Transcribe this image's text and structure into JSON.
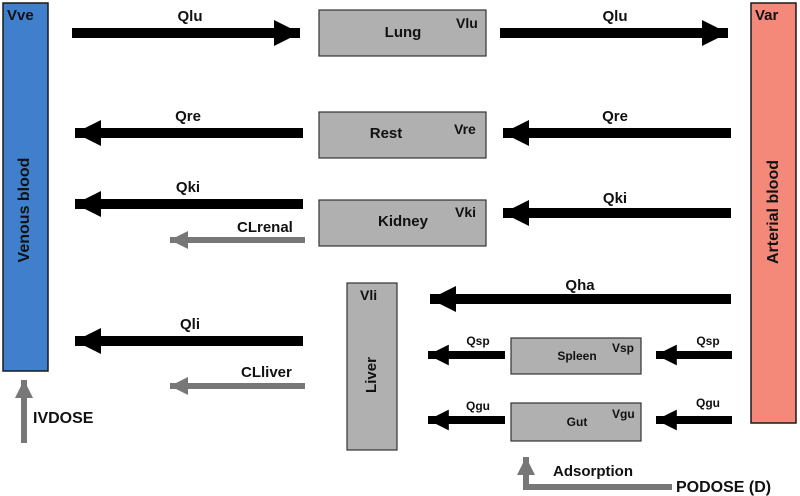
{
  "colors": {
    "venous": "#3f7fcc",
    "arterial": "#f4897a",
    "organ_fill": "#b0b0b0",
    "arrow_black": "#000000",
    "arrow_gray": "#777777"
  },
  "compartments": {
    "venous": {
      "label": "Venous blood",
      "volume": "Vve"
    },
    "arterial": {
      "label": "Arterial blood",
      "volume": "Var"
    },
    "lung": {
      "label": "Lung",
      "volume": "Vlu"
    },
    "rest": {
      "label": "Rest",
      "volume": "Vre"
    },
    "kidney": {
      "label": "Kidney",
      "volume": "Vki"
    },
    "liver": {
      "label": "Liver",
      "volume": "Vli"
    },
    "spleen": {
      "label": "Spleen",
      "volume": "Vsp"
    },
    "gut": {
      "label": "Gut",
      "volume": "Vgu"
    }
  },
  "flows": {
    "lung_in": "Qlu",
    "lung_out": "Qlu",
    "rest_in": "Qre",
    "rest_out": "Qre",
    "kidney_in": "Qki",
    "kidney_out": "Qki",
    "clrenal": "CLrenal",
    "hepatic_artery": "Qha",
    "spleen_in": "Qsp",
    "spleen_out": "Qsp",
    "gut_in": "Qgu",
    "gut_out": "Qgu",
    "liver_out": "Qli",
    "clliver": "CLliver"
  },
  "dosing": {
    "iv": "IVDOSE",
    "oral": "PODOSE (D)",
    "absorption": "Adsorption"
  }
}
